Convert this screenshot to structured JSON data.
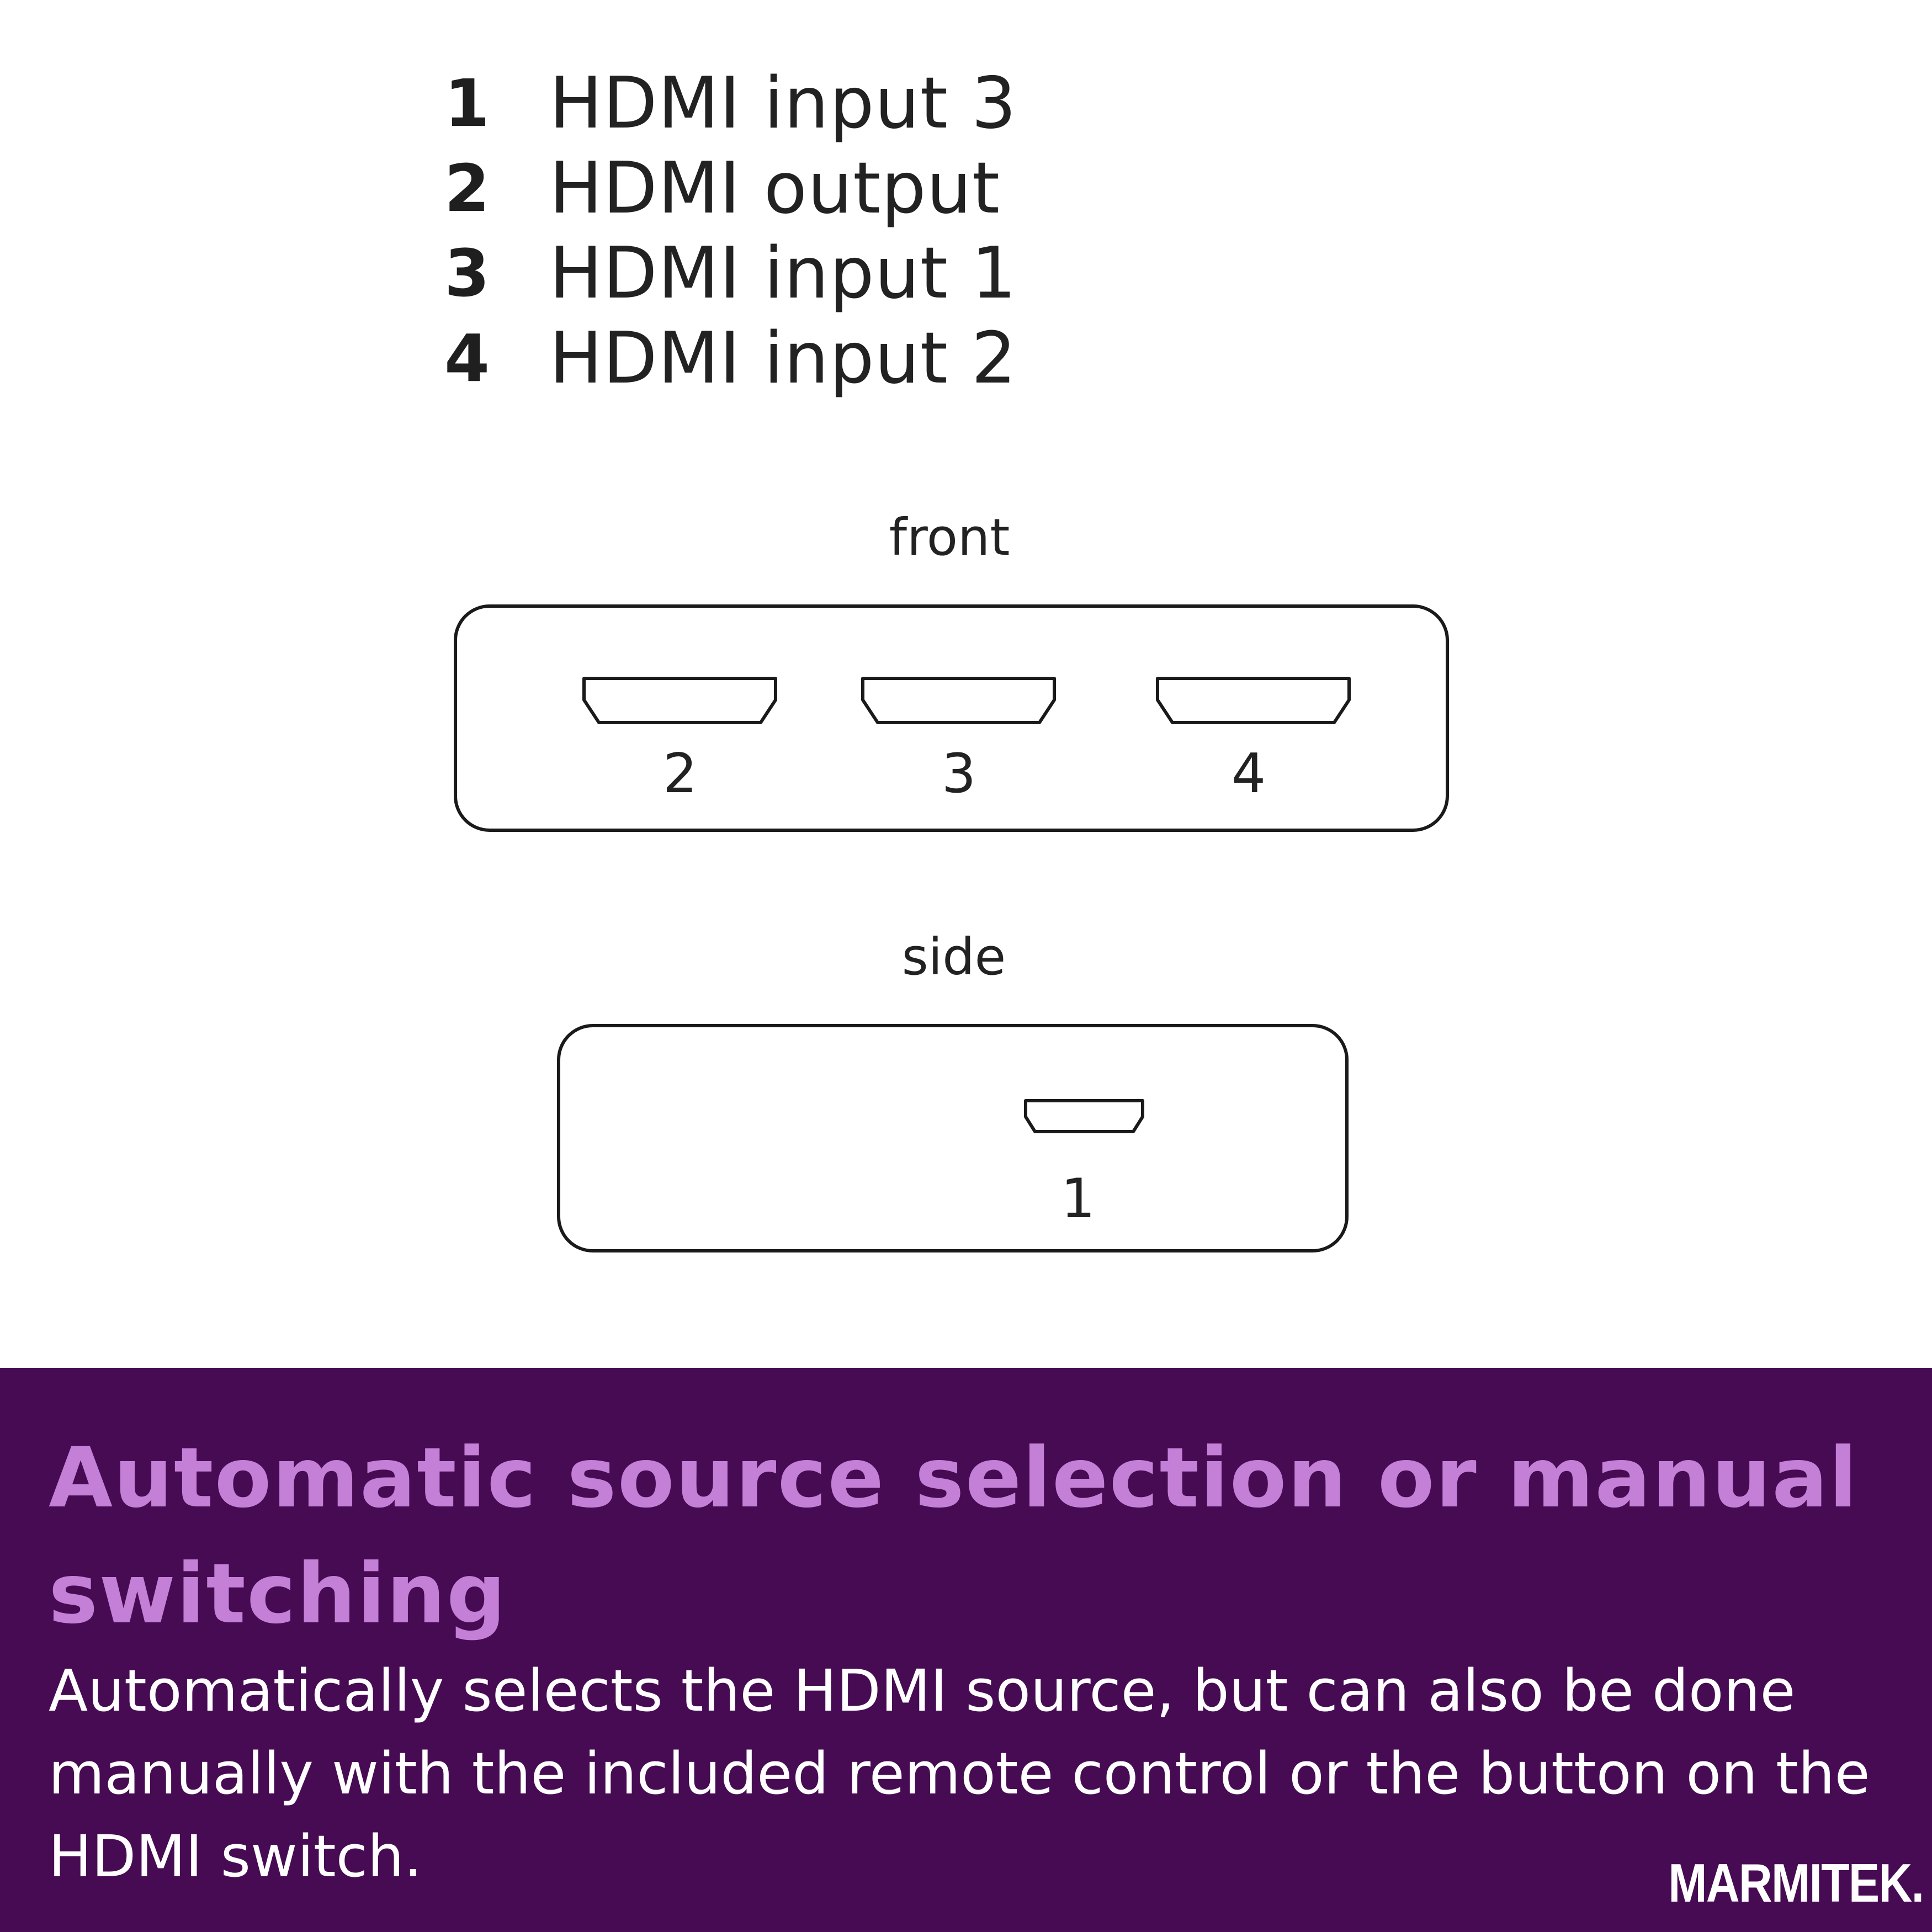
{
  "legend": [
    {
      "number": "1",
      "label": "HDMI input 3"
    },
    {
      "number": "2",
      "label": "HDMI output"
    },
    {
      "number": "3",
      "label": "HDMI input 1"
    },
    {
      "number": "4",
      "label": "HDMI input 2"
    }
  ],
  "diagram": {
    "front_label": "front",
    "side_label": "side",
    "front_ports": [
      "2",
      "3",
      "4"
    ],
    "side_ports": [
      "1"
    ]
  },
  "banner": {
    "title": "Automatic source selection or manual switching",
    "body": "Automatically selects the HDMI source, but can also be done manually with the included remote control or the button on the HDMI switch.",
    "brand": "MARMITEK."
  },
  "colors": {
    "banner_background": "#470b53",
    "title_accent": "#c47fd6",
    "body_text": "#ffffff",
    "line_art": "#1a1a1a"
  }
}
